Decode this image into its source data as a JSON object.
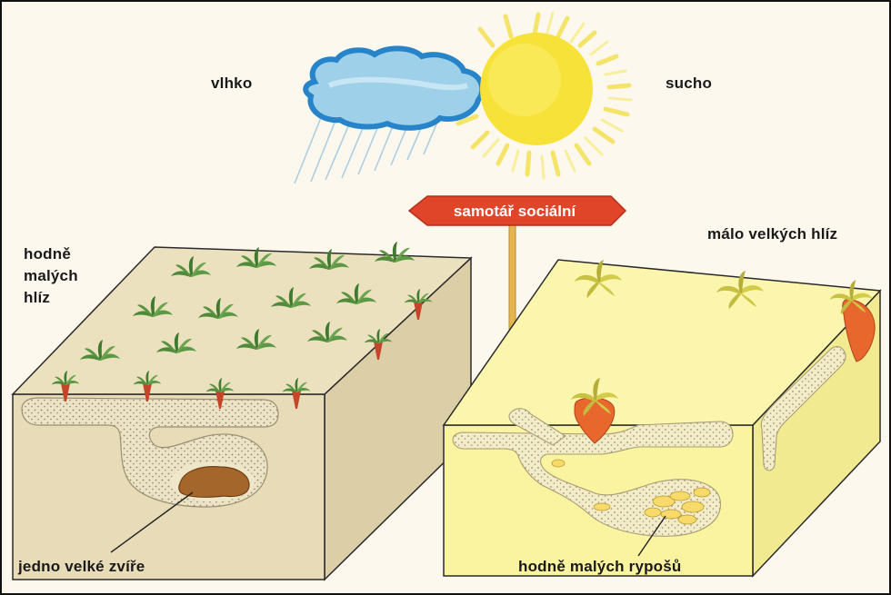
{
  "weather": {
    "left_label": "vlhko",
    "right_label": "sucho"
  },
  "sign": {
    "text": "samotář sociální"
  },
  "left_block": {
    "top_label_lines": [
      "hodně",
      "malých",
      "hlíz"
    ],
    "bottom_label": "jedno velké zvíře"
  },
  "right_block": {
    "top_label": "málo velkých hlíz",
    "bottom_label": "hodně malých rypošů"
  },
  "colors": {
    "left_soil": "#e8dcb8",
    "right_soil": "#faf3a0",
    "tunnel_stipple": "#bdb394",
    "sign": "#e0452a",
    "sun": "#f7e23a",
    "cloud": "#4aa3d6",
    "tuber": "#e8672c",
    "animal": "#a4662a",
    "plant": "#4f8a3a"
  }
}
